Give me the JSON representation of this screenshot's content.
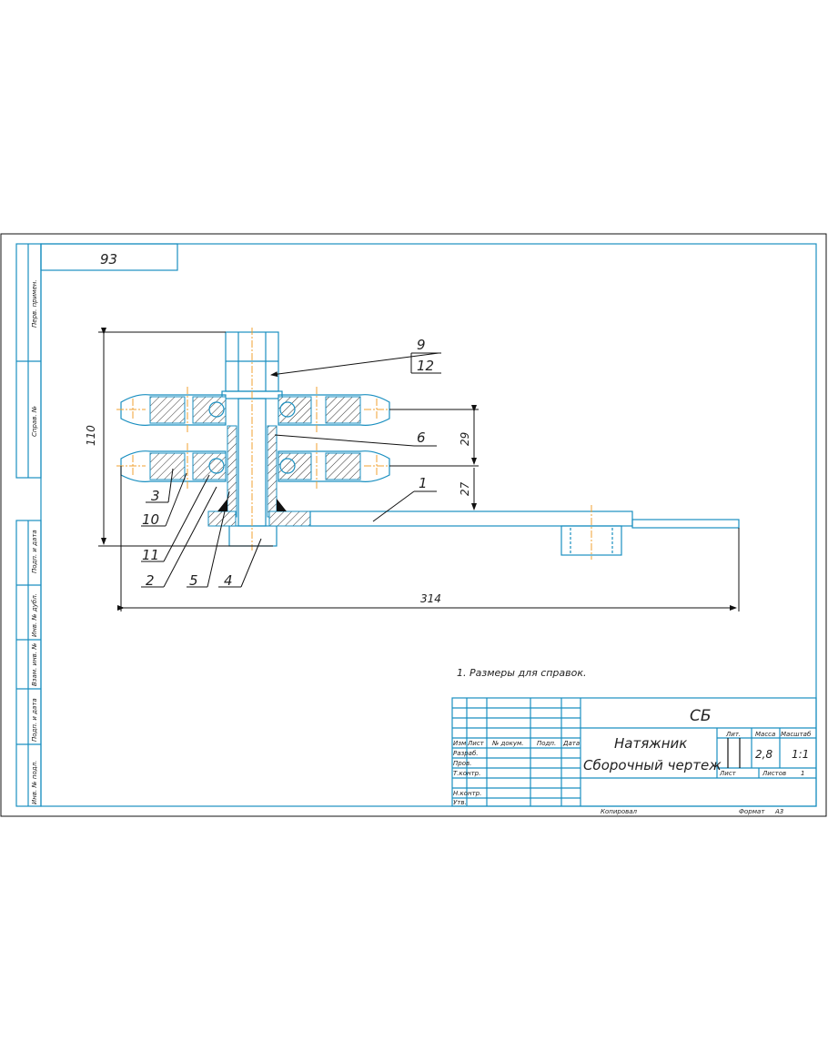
{
  "sheet": {
    "corner_box": "93",
    "side_strip": [
      "Перв. примен.",
      "Справ. №",
      "Подп. и дата",
      "Инв. № дубл.",
      "Взам. инв. №",
      "Подп. и дата",
      "Инв. № подл."
    ],
    "note": "1. Размеры для справок."
  },
  "dimensions": {
    "height": "110",
    "length": "314",
    "upper_gap": "29",
    "lower_gap": "27"
  },
  "callouts": [
    "9",
    "12",
    "6",
    "1",
    "3",
    "10",
    "11",
    "2",
    "5",
    "4"
  ],
  "title_block": {
    "code": "СБ",
    "name": "Натяжник",
    "doc_type": "Сборочный чертеж",
    "headers": [
      "Изм",
      "Лист",
      "№ докум.",
      "Подп.",
      "Дата"
    ],
    "roles": [
      "Разраб.",
      "Пров.",
      "Т.контр.",
      "Н.контр.",
      "Утв."
    ],
    "lit_label": "Лит.",
    "mass_label": "Масса",
    "scale_label": "Масштаб",
    "mass": "2,8",
    "scale": "1:1",
    "sheet_label": "Лист",
    "sheets_label": "Листов",
    "sheets": "1",
    "copied": "Копировал",
    "format_label": "Формат",
    "format": "А3"
  }
}
